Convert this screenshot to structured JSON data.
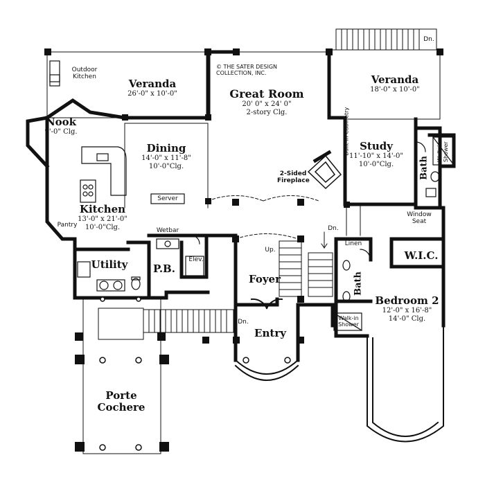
{
  "copyright": "© THE SATER DESIGN COLLECTION, INC.",
  "rooms": {
    "outdoor_kitchen": {
      "name": "Outdoor Kitchen"
    },
    "veranda_left": {
      "name": "Veranda",
      "dims": "26'-0\" x 10'-0\""
    },
    "nook": {
      "name": "Nook",
      "clg": "9'-0\" Clg."
    },
    "dining": {
      "name": "Dining",
      "dims": "14'-0\" x 11'-8\"",
      "clg": "10'-0\"Clg."
    },
    "server": {
      "name": "Server"
    },
    "kitchen": {
      "name": "Kitchen",
      "dims": "13'-0\" x 21'-0\"",
      "clg": "10'-0\"Clg."
    },
    "pantry": {
      "name": "Pantry"
    },
    "wetbar": {
      "name": "Wetbar"
    },
    "utility": {
      "name": "Utility"
    },
    "pb": {
      "name": "P.B."
    },
    "elev": {
      "name": "Elev."
    },
    "great_room": {
      "name": "Great Room",
      "dims": "20' 0\" x 24' 0\"",
      "clg": "2-story Clg."
    },
    "fireplace": {
      "name": "2-Sided Fireplace"
    },
    "veranda_right": {
      "name": "Veranda",
      "dims": "18'-0\" x 10'-0\""
    },
    "cabinetry": {
      "name": "Built-in Cabinetry"
    },
    "study": {
      "name": "Study",
      "dims": "11'-10\" x 14'-0\"",
      "clg": "10'-0\"Clg."
    },
    "bath_top": {
      "name": "Bath"
    },
    "walkin_top": {
      "name": "Walk-in Shower"
    },
    "window_seat": {
      "name": "Window Seat"
    },
    "wic": {
      "name": "W.I.C."
    },
    "linen": {
      "name": "Linen"
    },
    "bath_mid": {
      "name": "Bath"
    },
    "walkin_mid": {
      "name": "Walk-in Shower"
    },
    "bedroom2": {
      "name": "Bedroom 2",
      "dims": "12'-0\" x 16'-8\"",
      "clg": "14'-0\" Clg."
    },
    "foyer": {
      "name": "Foyer"
    },
    "entry": {
      "name": "Entry"
    },
    "porte_cochere": {
      "name": "Porte Cochere"
    }
  },
  "stair_labels": {
    "up": "Up.",
    "down_foyer": "Dn.",
    "down_entry": "Dn.",
    "down_veranda": "Dn."
  }
}
